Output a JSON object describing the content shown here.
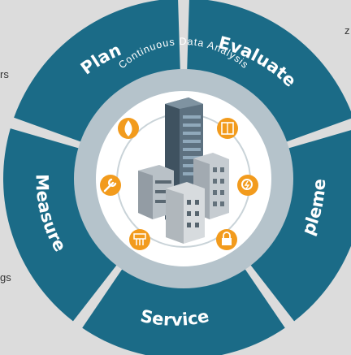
{
  "segments": [
    {
      "label": "Plan"
    },
    {
      "label": "Evaluate"
    },
    {
      "label": "Implement"
    },
    {
      "label": "Service"
    },
    {
      "label": "Measure"
    }
  ],
  "center_ring_label": "Continuous Data Analysis",
  "edge_fragments": {
    "left_top": "rs",
    "left_bottom": "gs",
    "right_top": "z"
  },
  "icons": [
    {
      "name": "flame-icon"
    },
    {
      "name": "building-panel-icon"
    },
    {
      "name": "wrench-icon"
    },
    {
      "name": "energy-icon"
    },
    {
      "name": "network-icon"
    },
    {
      "name": "lock-icon"
    }
  ],
  "colors": {
    "segment": "#1b6b87",
    "ring_gray": "#b5c3cb",
    "icon_orange": "#f29b1d",
    "background": "#dcdcdc"
  }
}
